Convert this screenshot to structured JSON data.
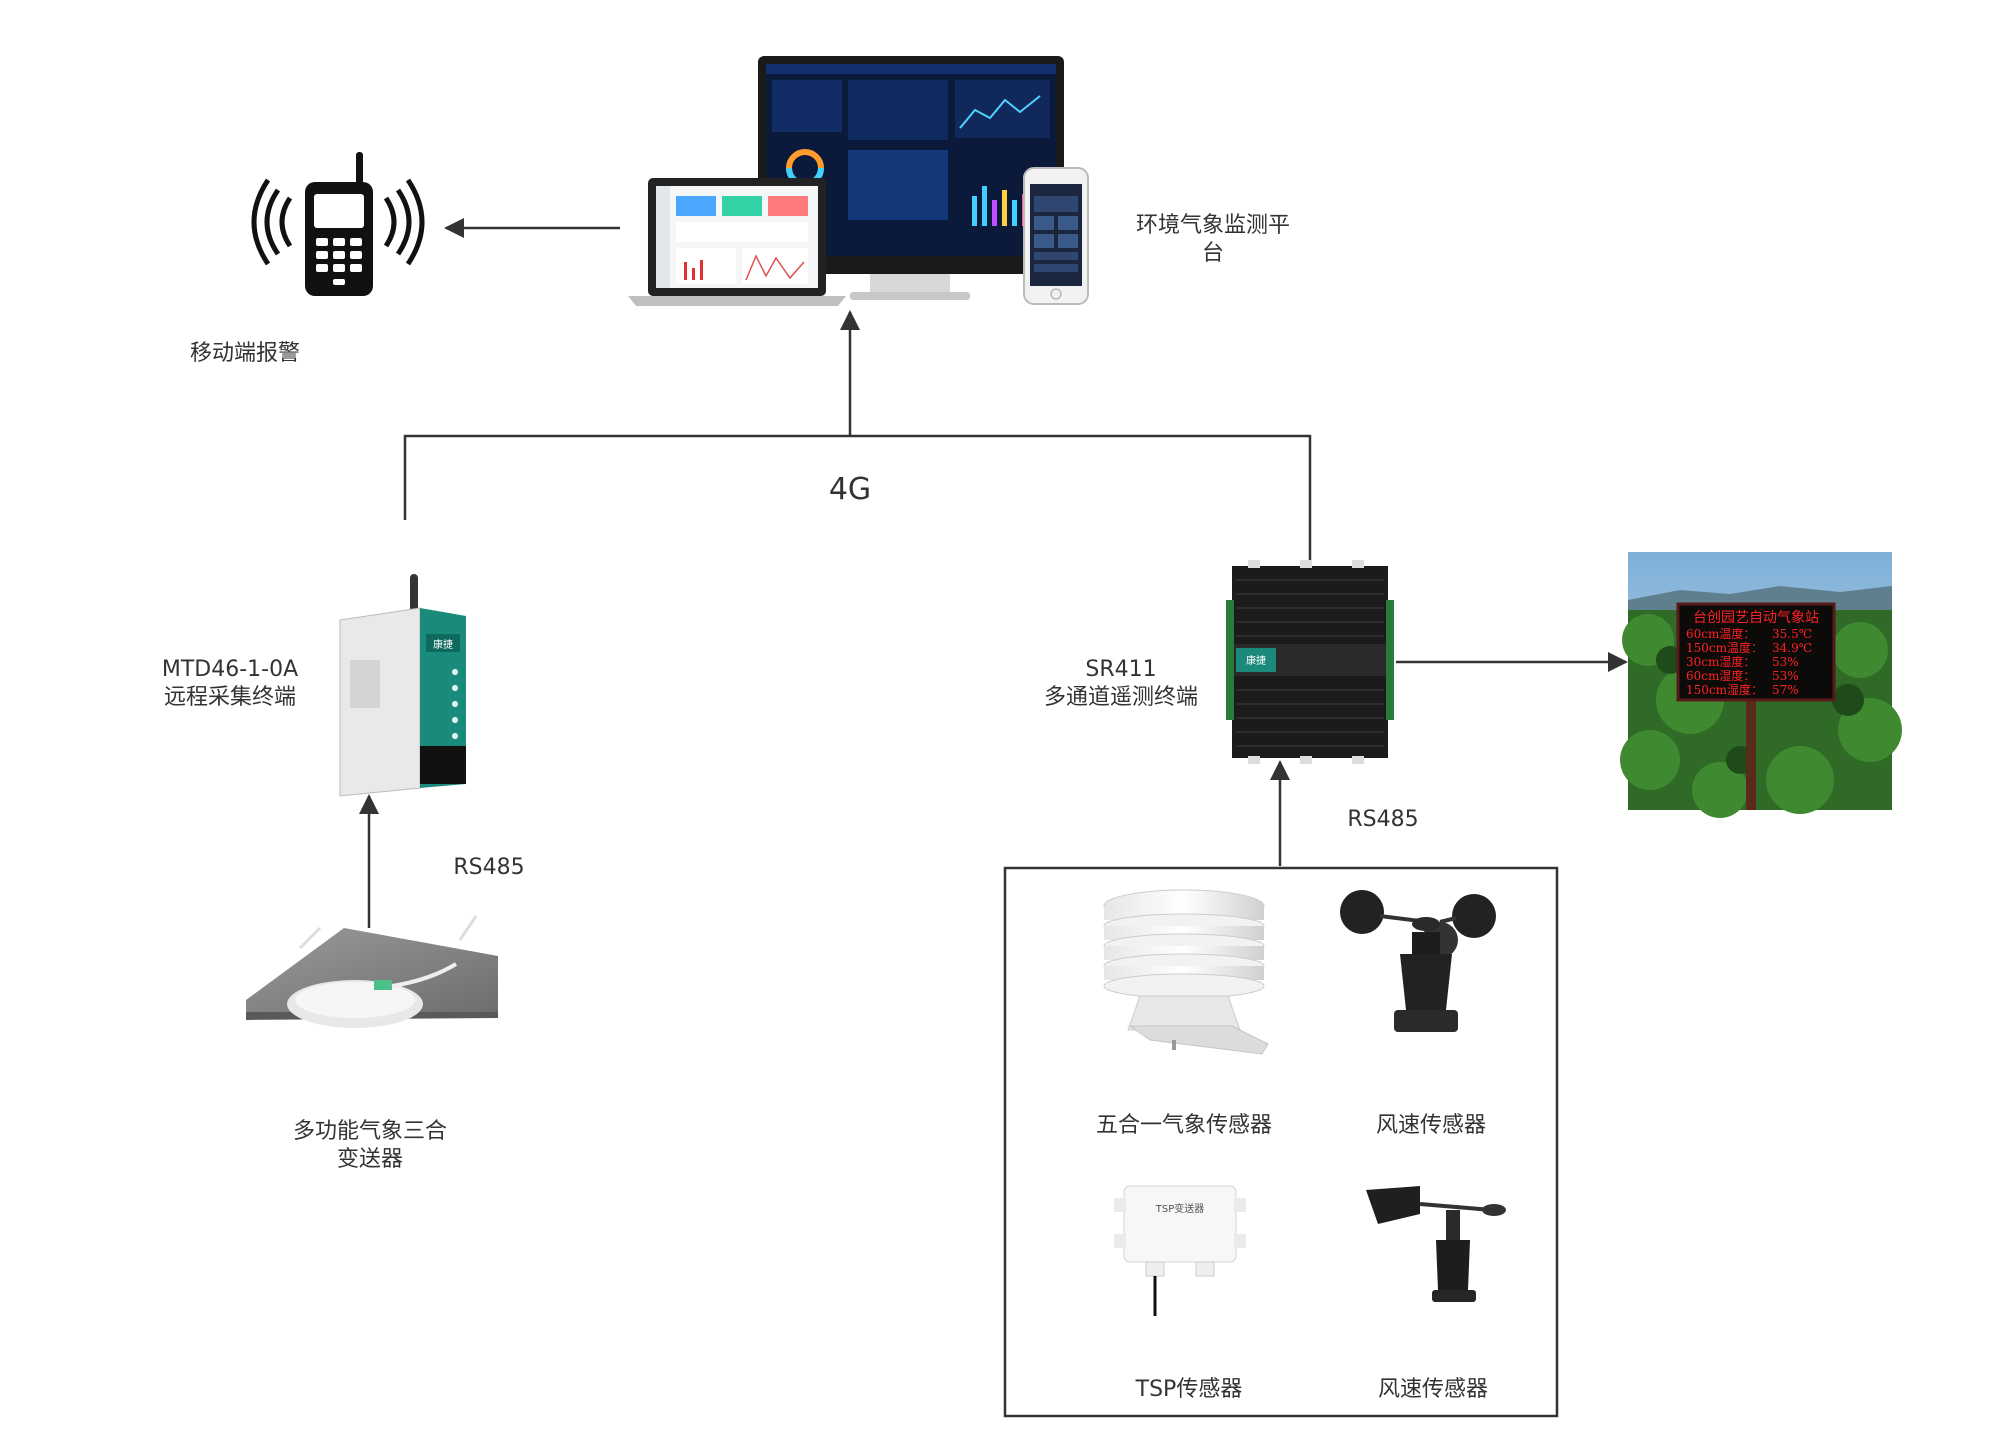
{
  "platform_label_line1": "环境气象监测平",
  "platform_label_line2": "台",
  "mobile_alarm_label": "移动端报警",
  "network_label": "4G",
  "mtd_label_line1": "MTD46-1-0A",
  "mtd_label_line2": "远程采集终端",
  "sr411_label_line1": "SR411",
  "sr411_label_line2": "多通道遥测终端",
  "rs485_left": "RS485",
  "rs485_right": "RS485",
  "transmitter_label_line1": "多功能气象三合",
  "transmitter_label_line2": "变送器",
  "sensors": {
    "five_in_one": "五合一气象传感器",
    "wind_speed_1": "风速传感器",
    "tsp": "TSP传感器",
    "wind_speed_2": "风速传感器"
  },
  "mtd_device_brand": "康捷",
  "sr_device_brand": "康捷",
  "led_board": {
    "title": "台创园艺自动气象站",
    "rows": [
      {
        "label": "60cm温度：",
        "value": "35.5℃"
      },
      {
        "label": "150cm温度：",
        "value": "34.9℃"
      },
      {
        "label": "30cm湿度：",
        "value": "53%"
      },
      {
        "label": "60cm湿度：",
        "value": "53%"
      },
      {
        "label": "150cm湿度：",
        "value": "57%"
      }
    ]
  },
  "tsp_box_label": "TSP变送器",
  "colors": {
    "line": "#333333",
    "device_teal": "#1a8a7a",
    "led_red": "#ff2222",
    "screen_dark": "#0b1a3a"
  }
}
